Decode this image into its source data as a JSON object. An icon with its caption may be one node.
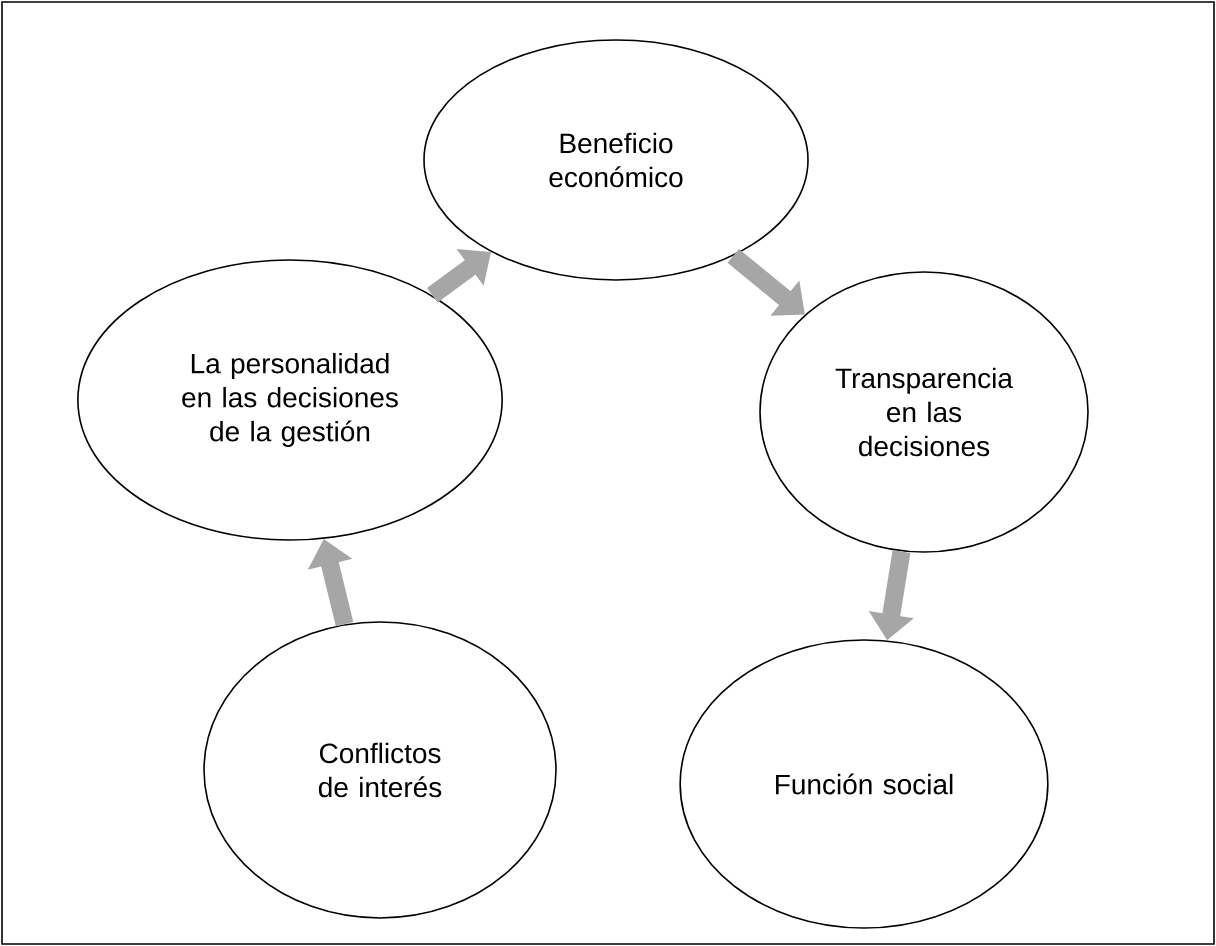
{
  "diagram": {
    "nodes": [
      {
        "text": [
          "Beneficio económico"
        ]
      },
      {
        "text": [
          "Transparencia en las decisiones"
        ]
      },
      {
        "text": [
          "Función social"
        ]
      },
      {
        "text": [
          "Conflictos de interés"
        ]
      },
      {
        "text": [
          "La personalidad en las decisiones de la gestión"
        ]
      }
    ],
    "edges": [
      {
        "from": 0,
        "to": 1,
        "arrow": "to"
      },
      {
        "from": 1,
        "to": 2,
        "arrow": "to"
      },
      {
        "from": 3,
        "to": 4,
        "arrow": "to"
      },
      {
        "from": 4,
        "to": 0,
        "arrow": "to"
      }
    ]
  }
}
